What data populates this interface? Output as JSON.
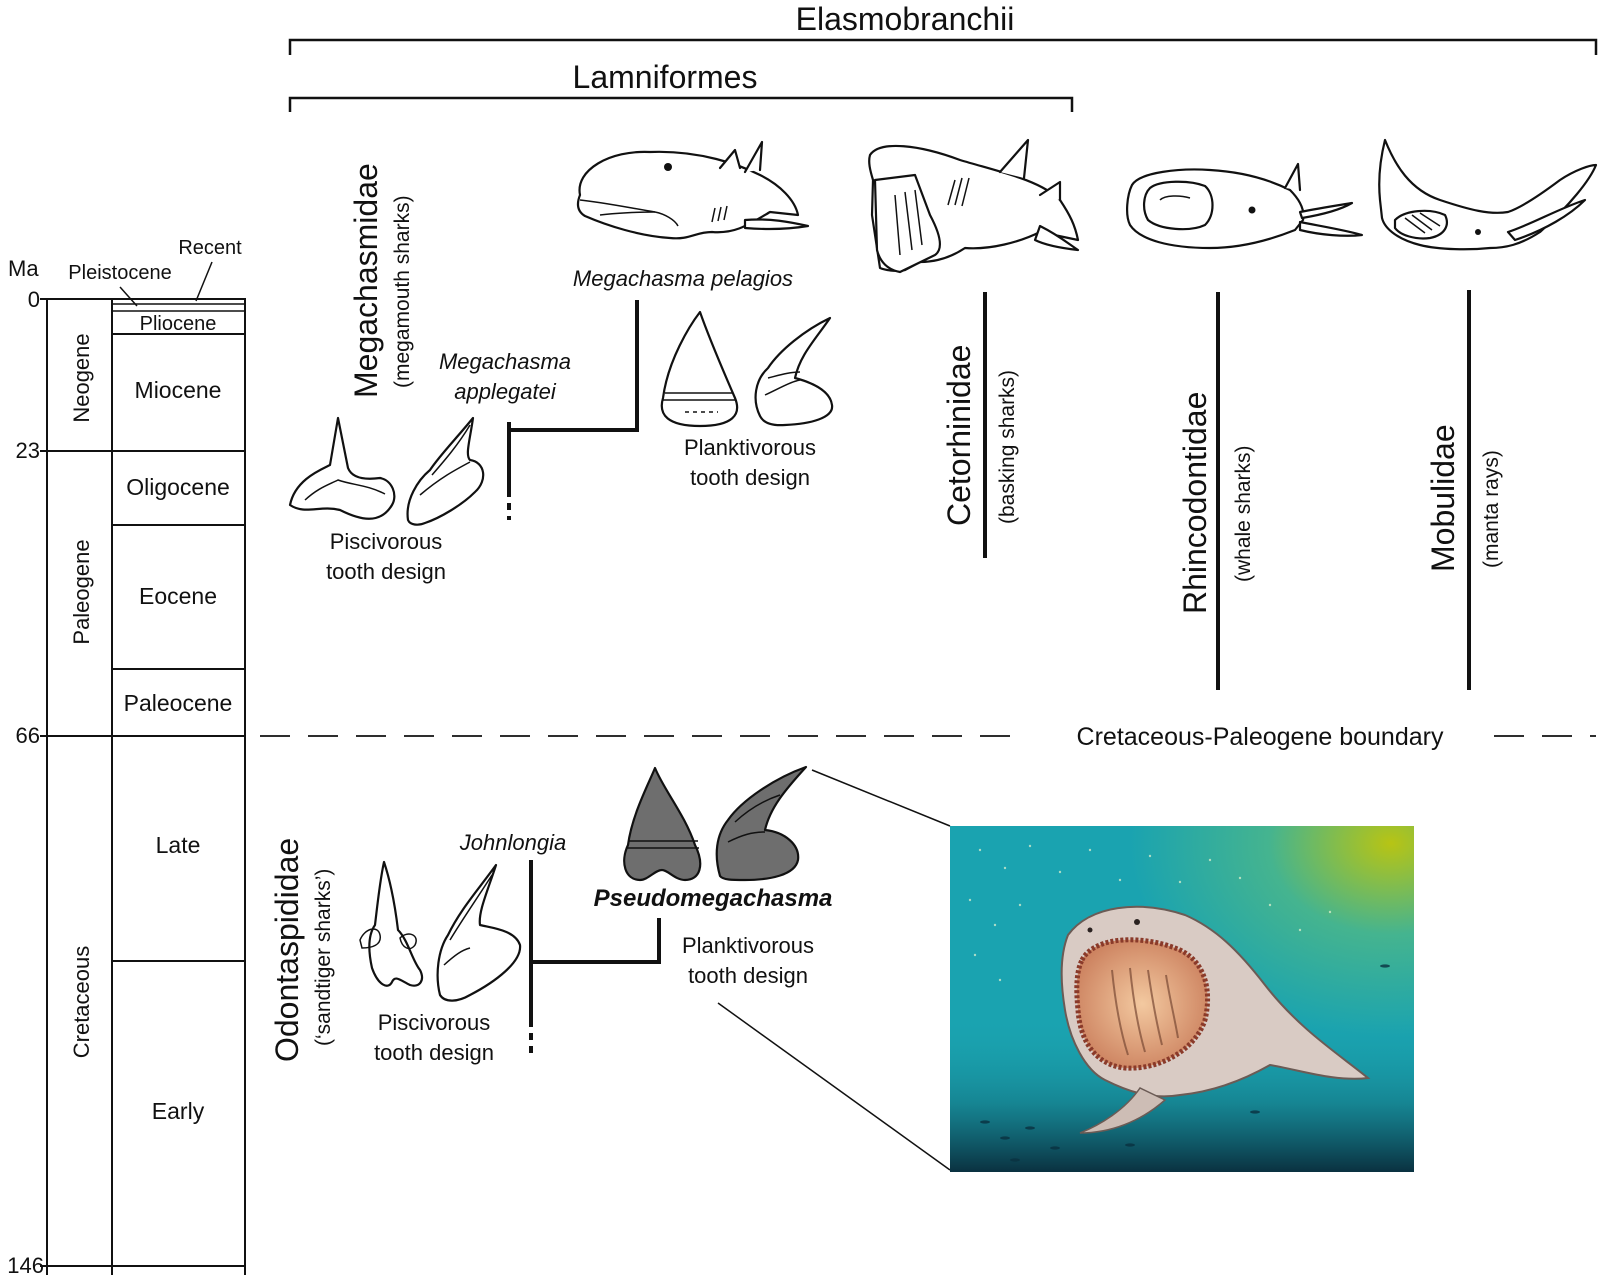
{
  "header": {
    "elasmobranchii": "Elasmobranchii",
    "lamniformes": "Lamniformes"
  },
  "timescale": {
    "unit": "Ma",
    "ticks": [
      "0",
      "23",
      "66",
      "146"
    ],
    "periods": [
      "Neogene",
      "Paleogene",
      "Cretaceous"
    ],
    "epochs": {
      "recent": "Recent",
      "pleistocene": "Pleistocene",
      "pliocene": "Pliocene",
      "miocene": "Miocene",
      "oligocene": "Oligocene",
      "eocene": "Eocene",
      "paleocene": "Paleocene",
      "late": "Late",
      "early": "Early"
    }
  },
  "boundary": "Cretaceous-Paleogene boundary",
  "taxa": {
    "megachasmidae": {
      "name": "Megachasmidae",
      "common": "(megamouth sharks)"
    },
    "cetorhinidae": {
      "name": "Cetorhinidae",
      "common": "(basking sharks)"
    },
    "rhincodontidae": {
      "name": "Rhincodontidae",
      "common": "(whale sharks)"
    },
    "mobulidae": {
      "name": "Mobulidae",
      "common": "(manta rays)"
    },
    "odontaspididae": {
      "name": "Odontaspididae",
      "common": "(‘sandtiger sharks’)"
    }
  },
  "species": {
    "pelagios": "Megachasma pelagios",
    "applegatei_1": "Megachasma",
    "applegatei_2": "applegatei",
    "johnlongia": "Johnlongia",
    "pseudomegachasma": "Pseudomegachasma"
  },
  "tooth_labels": {
    "pisc_top_1": "Piscivorous",
    "pisc_top_2": "tooth design",
    "plank_top_1": "Planktivorous",
    "plank_top_2": "tooth design",
    "pisc_bot_1": "Piscivorous",
    "pisc_bot_2": "tooth design",
    "plank_bot_1": "Planktivorous",
    "plank_bot_2": "tooth design"
  },
  "colors": {
    "ink": "#111111",
    "fossil_tooth": "#6e6e6e",
    "scene_water": "#1aa3b0",
    "scene_glow": "#a8c21a",
    "scene_deep": "#0a3140"
  }
}
